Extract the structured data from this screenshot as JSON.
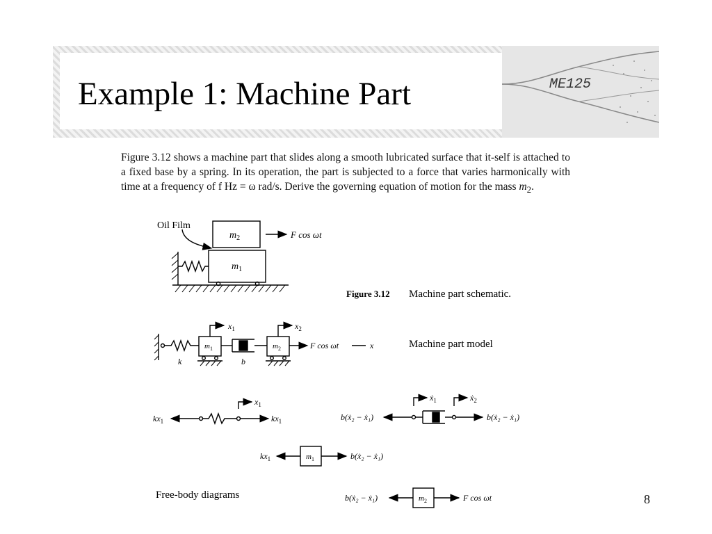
{
  "slide": {
    "title": "Example 1: Machine Part",
    "course_tag": "ME125",
    "page_number": "8"
  },
  "problem": {
    "text_before_m2": "Figure 3.12 shows a machine part that slides along a smooth lubricated surface that it-self is attached to a fixed base by a spring. In its operation, the part is subjected to a force that varies harmonically with time at a frequency of f Hz = ω rad/s. Derive the governing equation of motion for the mass ",
    "mass_symbol": "m",
    "mass_sub": "2",
    "text_end": "."
  },
  "figure": {
    "oil_film_label": "Oil Film",
    "m2_label": "m",
    "m1_label": "m",
    "sub1": "1",
    "sub2": "2",
    "force_label": "F cos ωt",
    "caption_number": "Figure 3.12",
    "caption_text": "Machine part schematic.",
    "model_label": "Machine part model",
    "x1": "x",
    "x2": "x",
    "x_axis": "x",
    "k": "k",
    "b": "b",
    "fbd_label": "Free-body diagrams",
    "kx1": "kx",
    "damper_force": "b(ẋ₂ − ẋ₁)",
    "xdot1": "ẋ",
    "xdot2": "ẋ"
  }
}
